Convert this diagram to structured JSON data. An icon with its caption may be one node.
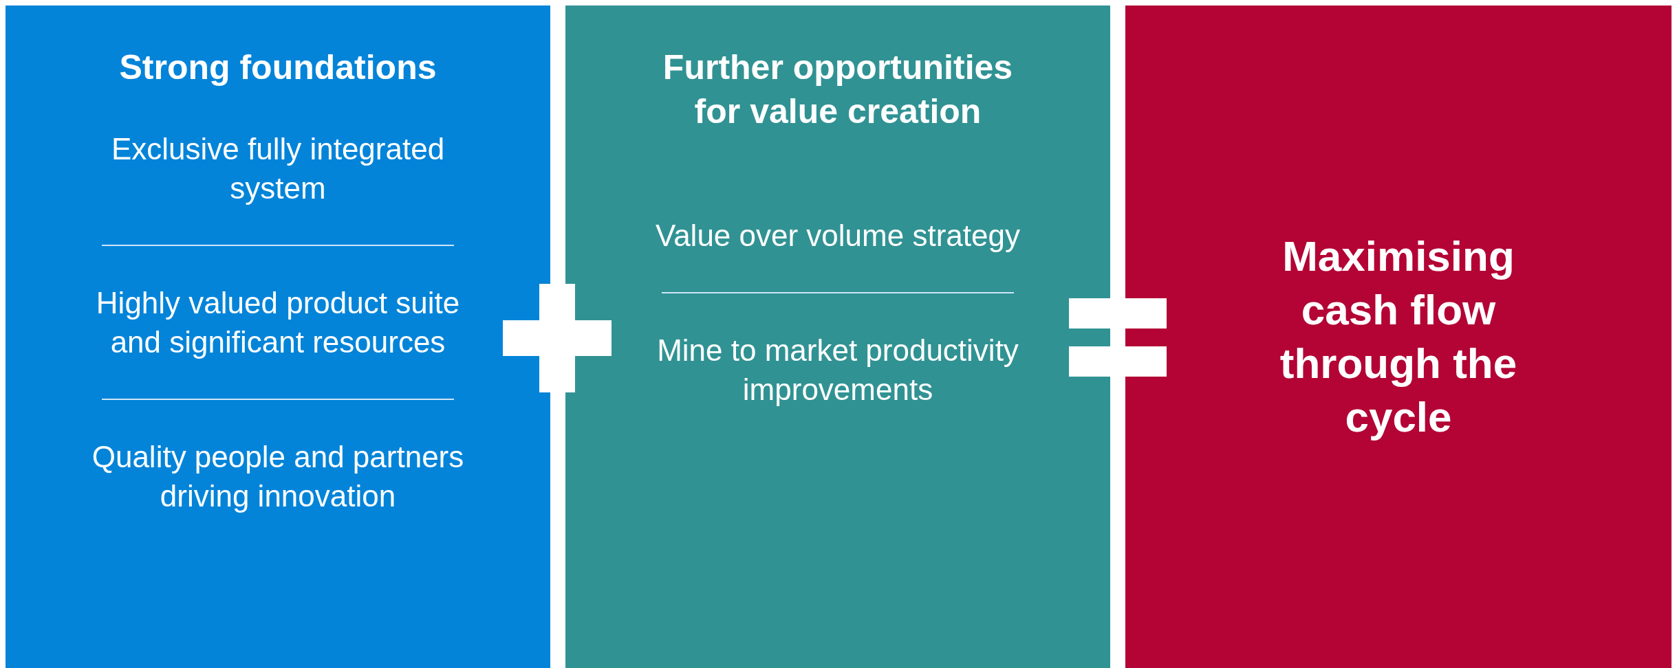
{
  "diagram": {
    "nodes": [
      {
        "text": [
          "Strong foundations",
          "Exclusive fully integrated system",
          "Highly valued product suite and significant resources",
          "Quality people and partners driving innovation"
        ]
      },
      {
        "text": [
          "Further opportunities for value creation",
          "Value over volume strategy",
          "Mine to market productivity improvements"
        ]
      },
      {
        "text": [
          "Maximising cash flow through the cycle"
        ]
      }
    ],
    "edges": []
  }
}
